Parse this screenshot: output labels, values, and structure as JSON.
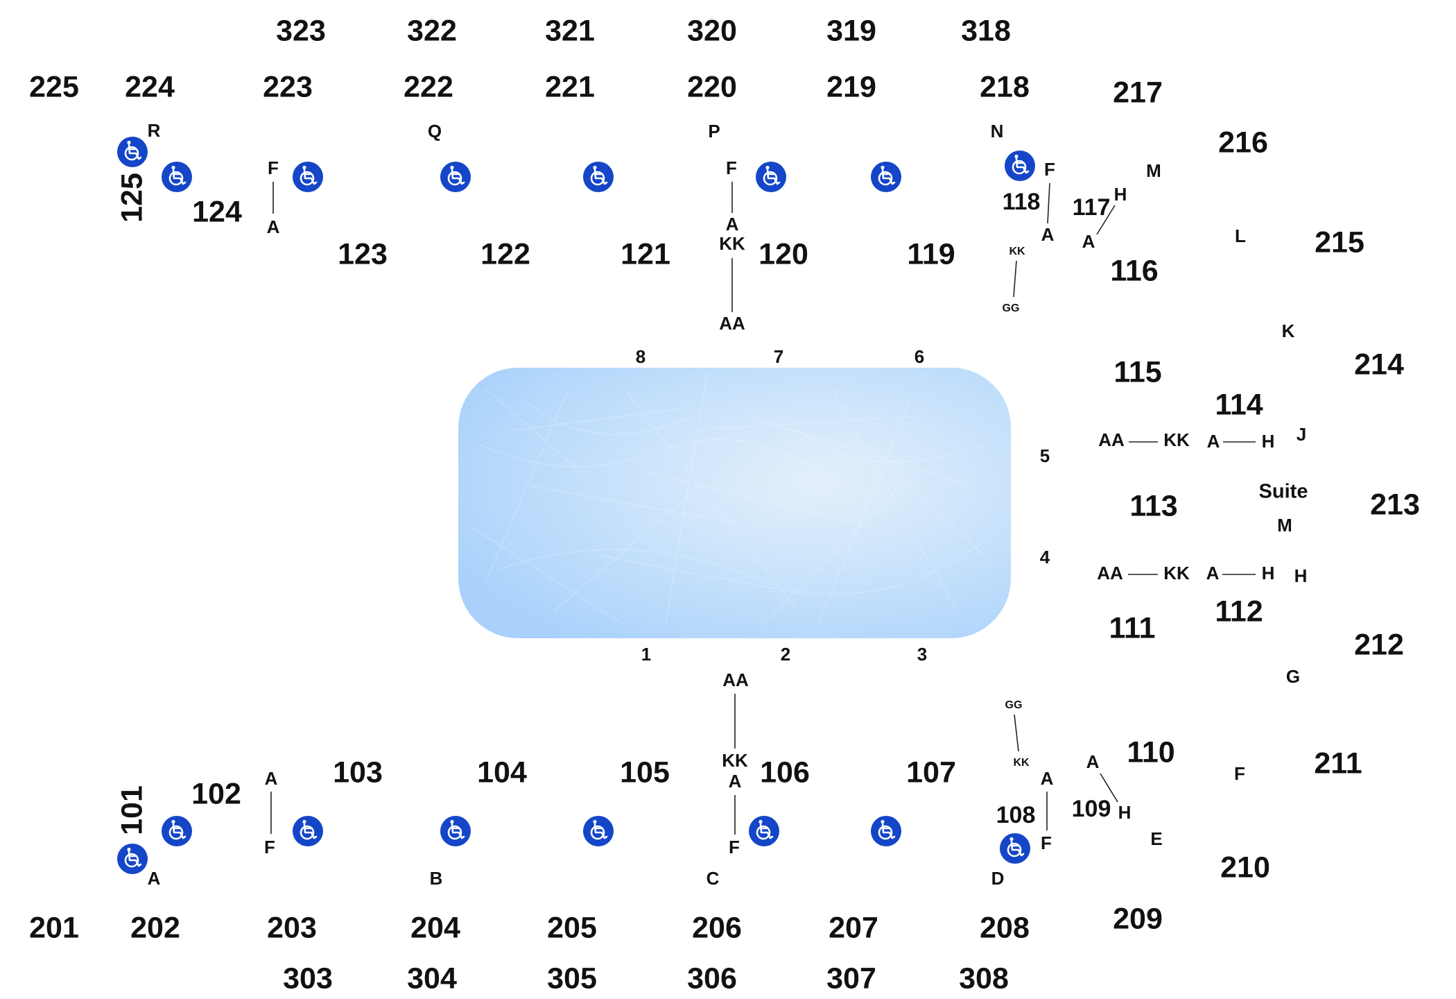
{
  "colors": {
    "ice_light": "#e4f0fb",
    "ice_dark": "#a9d1fb",
    "accessible_badge": "#1446c7",
    "text": "#111111"
  },
  "icons": {
    "accessible": "wheelchair-icon"
  },
  "sections": {
    "level300": [
      "323",
      "322",
      "321",
      "320",
      "319",
      "318",
      "303",
      "304",
      "305",
      "306",
      "307",
      "308"
    ],
    "level200": [
      "225",
      "224",
      "223",
      "222",
      "221",
      "220",
      "219",
      "218",
      "217",
      "216",
      "215",
      "214",
      "213",
      "212",
      "211",
      "210",
      "209",
      "208",
      "207",
      "206",
      "205",
      "204",
      "203",
      "202",
      "201"
    ],
    "level100": [
      "125",
      "124",
      "123",
      "122",
      "121",
      "120",
      "119",
      "118",
      "117",
      "116",
      "115",
      "114",
      "113",
      "112",
      "111",
      "110",
      "109",
      "108",
      "107",
      "106",
      "105",
      "104",
      "103",
      "102",
      "101"
    ]
  },
  "rows": {
    "north": [
      "R",
      "Q",
      "P",
      "N",
      "F",
      "A",
      "F",
      "A",
      "KK",
      "AA",
      "F",
      "A",
      "KK",
      "GG",
      "H",
      "A",
      "M",
      "L",
      "K",
      "J",
      "Suite",
      "M",
      "H"
    ],
    "south": [
      "A",
      "B",
      "C",
      "D",
      "A",
      "F",
      "AA",
      "KK",
      "A",
      "F",
      "GG",
      "KK",
      "A",
      "F",
      "A",
      "H",
      "E",
      "F",
      "G"
    ],
    "east": [
      "AA",
      "KK",
      "A",
      "H",
      "AA",
      "KK",
      "A",
      "H"
    ]
  },
  "gates": [
    "8",
    "7",
    "6",
    "5",
    "4",
    "1",
    "2",
    "3"
  ]
}
